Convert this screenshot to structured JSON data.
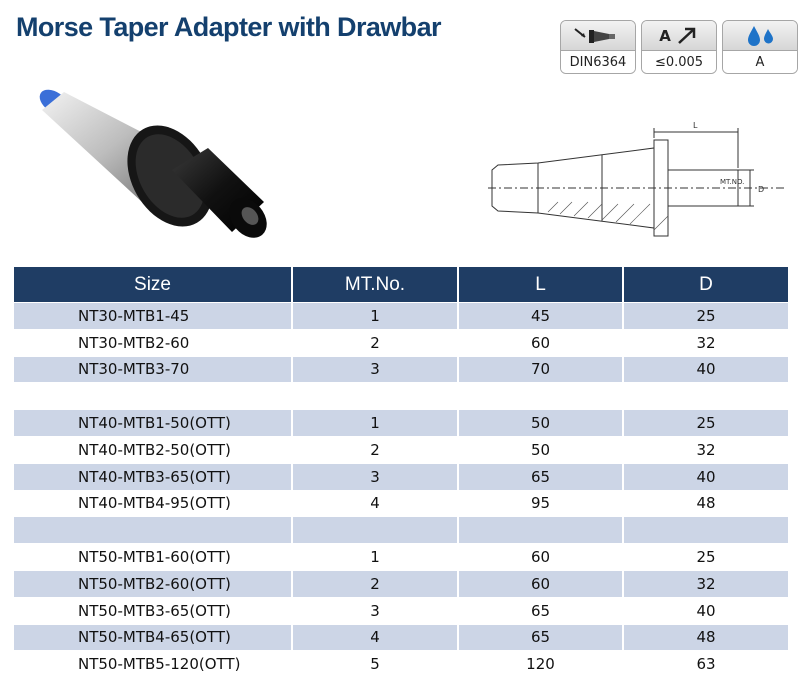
{
  "title": "Morse Taper Adapter with Drawbar",
  "badges": [
    {
      "icon": "din-tool-icon",
      "label": "DIN6364"
    },
    {
      "icon": "accuracy-arrow-icon",
      "symbol": "A",
      "label": "≤0.005"
    },
    {
      "icon": "coolant-drops-icon",
      "label": "A"
    }
  ],
  "drawing": {
    "dim_l": "L",
    "dim_d": "D",
    "mt_label": "MT.NO."
  },
  "table": {
    "headers": [
      "Size",
      "MT.No.",
      "L",
      "D"
    ],
    "rows": [
      [
        "NT30-MTB1-45",
        "1",
        "45",
        "25"
      ],
      [
        "NT30-MTB2-60",
        "2",
        "60",
        "32"
      ],
      [
        "NT30-MTB3-70",
        "3",
        "70",
        "40"
      ],
      [
        "",
        "",
        "",
        ""
      ],
      [
        "NT40-MTB1-50(OTT)",
        "1",
        "50",
        "25"
      ],
      [
        "NT40-MTB2-50(OTT)",
        "2",
        "50",
        "32"
      ],
      [
        "NT40-MTB3-65(OTT)",
        "3",
        "65",
        "40"
      ],
      [
        "NT40-MTB4-95(OTT)",
        "4",
        "95",
        "48"
      ],
      [
        "",
        "",
        "",
        ""
      ],
      [
        "NT50-MTB1-60(OTT)",
        "1",
        "60",
        "25"
      ],
      [
        "NT50-MTB2-60(OTT)",
        "2",
        "60",
        "32"
      ],
      [
        "NT50-MTB3-65(OTT)",
        "3",
        "65",
        "40"
      ],
      [
        "NT50-MTB4-65(OTT)",
        "4",
        "65",
        "48"
      ],
      [
        "NT50-MTB5-120(OTT)",
        "5",
        "120",
        "63"
      ]
    ]
  },
  "colors": {
    "title": "#14406e",
    "header_bg": "#1f3d64",
    "row_shade": "#ccd5e6"
  }
}
